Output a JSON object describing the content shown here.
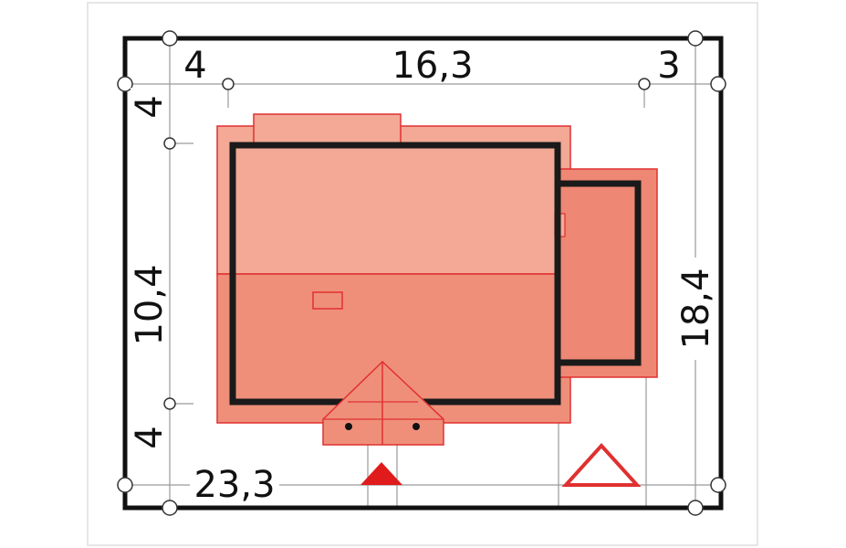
{
  "dimensions": {
    "top_left": "4",
    "top_middle": "16,3",
    "top_right": "3",
    "left_top": "4",
    "left_middle": "10,4",
    "left_bottom": "4",
    "right_total": "18,4",
    "bottom_total": "23,3"
  },
  "colors": {
    "plot_outline": "#111111",
    "building_outline": "#1a1a1a",
    "roof_outline": "#e03030",
    "roof_light": "#f3a996",
    "roof_mid": "#ef8f7a",
    "roof_dark": "#ee8773",
    "eaves": "#f4a292",
    "entrance_marker": "#e01b1b",
    "north_marker": "#e03030",
    "guide_line": "#9a9a9a",
    "border": "#dddddd"
  }
}
